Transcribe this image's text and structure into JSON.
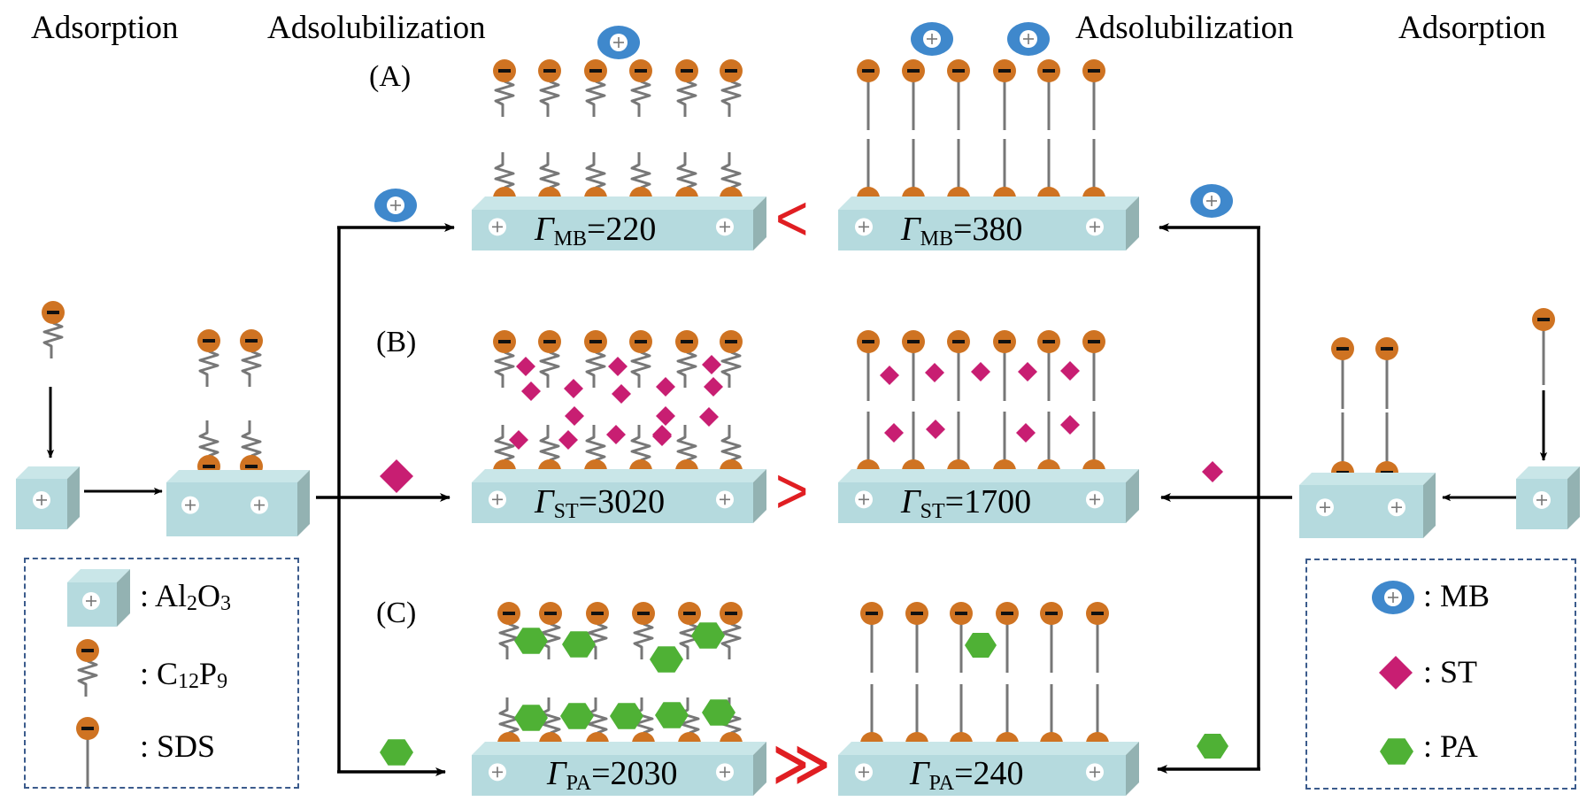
{
  "headers": {
    "left_adsorption": "Adsorption",
    "left_adsolubilization": "Adsolubilization",
    "right_adsolubilization": "Adsolubilization",
    "right_adsorption": "Adsorption"
  },
  "sections": [
    {
      "id": "A",
      "label": "(A)",
      "solute": "MB",
      "left": {
        "symbol": "Γ",
        "subscript": "MB",
        "value": "=220",
        "surfactant": "C12P9"
      },
      "comparison": "<",
      "right": {
        "symbol": "Γ",
        "subscript": "MB",
        "value": "=380",
        "surfactant": "SDS"
      }
    },
    {
      "id": "B",
      "label": "(B)",
      "solute": "ST",
      "left": {
        "symbol": "Γ",
        "subscript": "ST",
        "value": "=3020",
        "surfactant": "C12P9"
      },
      "comparison": ">",
      "right": {
        "symbol": "Γ",
        "subscript": "ST",
        "value": "=1700",
        "surfactant": "SDS"
      }
    },
    {
      "id": "C",
      "label": "(C)",
      "solute": "PA",
      "left": {
        "symbol": "Γ",
        "subscript": "PA",
        "value": "=2030",
        "surfactant": "C12P9"
      },
      "comparison": "≫",
      "right": {
        "symbol": "Γ",
        "subscript": "PA",
        "value": "=240",
        "surfactant": "SDS"
      }
    }
  ],
  "legend_left": {
    "items": [
      {
        "icon": "alumina-block-icon",
        "prefix": ": ",
        "text": "Al",
        "sub1": "2",
        "text2": "O",
        "sub2": "3"
      },
      {
        "icon": "c12p9-surfactant-icon",
        "prefix": ": ",
        "text": "C",
        "sub1": "12",
        "text2": "P",
        "sub2": "9"
      },
      {
        "icon": "sds-surfactant-icon",
        "prefix": ": ",
        "text": "SDS",
        "sub1": "",
        "text2": "",
        "sub2": ""
      }
    ]
  },
  "legend_right": {
    "items": [
      {
        "icon": "mb-cation-icon",
        "label": ": MB"
      },
      {
        "icon": "st-diamond-icon",
        "label": ": ST"
      },
      {
        "icon": "pa-hexagon-icon",
        "label": ": PA"
      }
    ]
  },
  "colors": {
    "headgroup": "#cf7322",
    "chain": "#777777",
    "alumina_front": "#b5dade",
    "alumina_top": "#c9e6e8",
    "alumina_side": "#93b2b2",
    "mb": "#3f88cc",
    "st": "#c81e72",
    "pa": "#4fb135",
    "comparison": "#e01e22",
    "legend_border": "#3b5b8c"
  }
}
